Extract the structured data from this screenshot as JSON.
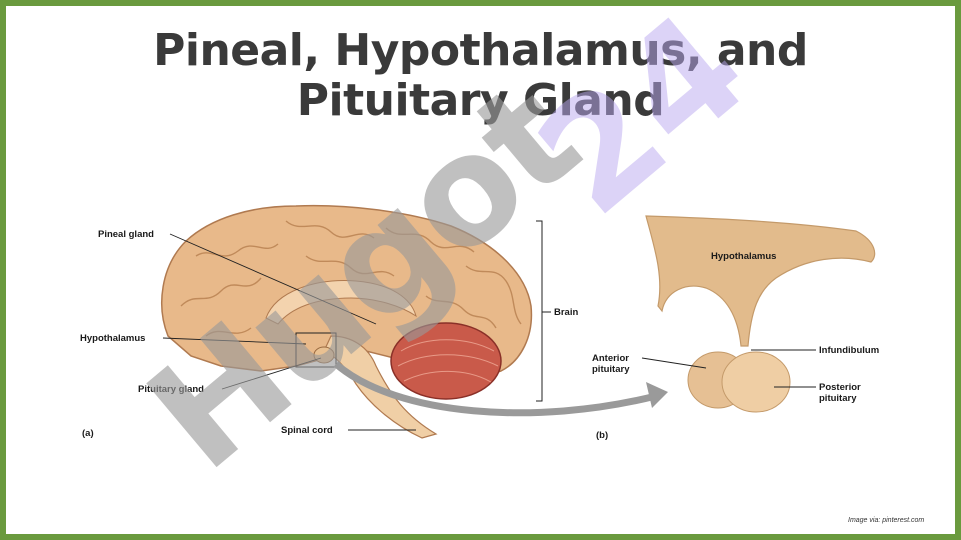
{
  "slide": {
    "title_line1": "Pineal, Hypothalamus, and",
    "title_line2": "Pituitary Gland",
    "border_color": "#6a9a3e"
  },
  "panel_a": {
    "tag": "(a)",
    "labels": {
      "pineal": "Pineal gland",
      "hypothalamus": "Hypothalamus",
      "pituitary": "Pituitary gland",
      "spinal": "Spinal cord",
      "brain": "Brain"
    }
  },
  "panel_b": {
    "tag": "(b)",
    "labels": {
      "hypothalamus": "Hypothalamus",
      "infundibulum": "Infundibulum",
      "anterior_1": "Anterior",
      "anterior_2": "pituitary",
      "posterior_1": "Posterior",
      "posterior_2": "pituitary"
    }
  },
  "watermark": {
    "gray_text": "Hugot",
    "lavender_text": "24"
  },
  "credit": "Image via: pinterest.com",
  "colors": {
    "brain": "#e8b98a",
    "cerebellum": "#c95a4a",
    "watermark_gray": "#9a9a9a",
    "watermark_lavender": "#b9a8f0",
    "gland": "#e2bb8c"
  }
}
